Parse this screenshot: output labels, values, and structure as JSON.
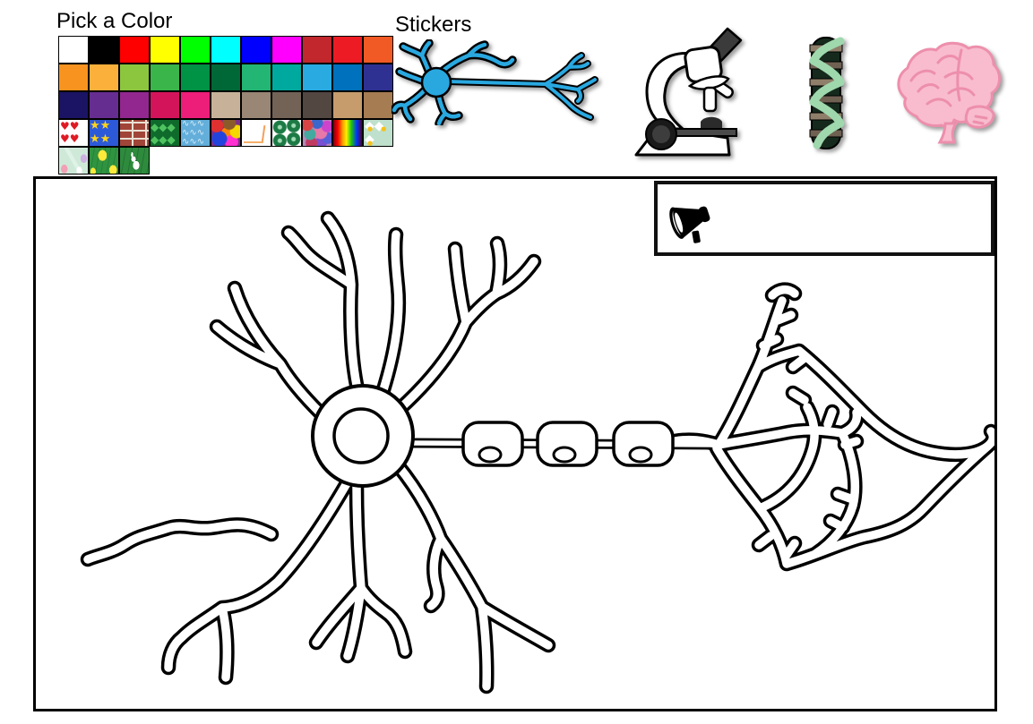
{
  "palette": {
    "title": "Pick a Color",
    "rows": [
      [
        "#FFFFFF",
        "#000000",
        "#FF0000",
        "#FFFF00",
        "#00FF00",
        "#00FFFF",
        "#0000FF",
        "#FF00FF",
        "#C1272D",
        "#ED1C24",
        "#F15A24"
      ],
      [
        "#F7931E",
        "#FBB03B",
        "#8CC63F",
        "#39B54A",
        "#009245",
        "#006837",
        "#22B573",
        "#00A99D",
        "#29ABE2",
        "#0071BC",
        "#2E3192"
      ],
      [
        "#1B1464",
        "#662D91",
        "#92278F",
        "#D4145A",
        "#ED1E79",
        "#C7B299",
        "#998675",
        "#736357",
        "#534741",
        "#C69C6D",
        "#A67C52"
      ]
    ],
    "patterns_row4": [
      "hearts",
      "stars",
      "bricks",
      "diamonds",
      "waves",
      "camo",
      "sketch",
      "green-balls",
      "marbles",
      "rainbow",
      "egg-diamonds"
    ],
    "patterns_row5": [
      "easter-eggs",
      "egg-hunt",
      "bunny"
    ]
  },
  "stickers": {
    "title": "Stickers",
    "items": [
      {
        "name": "neuron",
        "color": "#29A8E0"
      },
      {
        "name": "microscope",
        "color": "#3B3B3B"
      },
      {
        "name": "dna",
        "color": "#9FD8AD"
      },
      {
        "name": "brain",
        "color": "#F8BCCE"
      }
    ]
  },
  "canvas": {
    "figure": "neuron-line-art",
    "caption_box_icon": "megaphone"
  }
}
